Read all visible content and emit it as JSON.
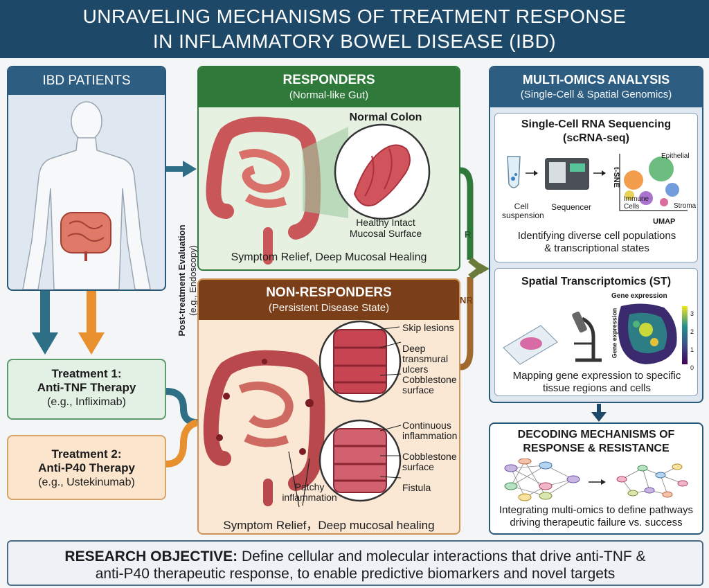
{
  "title": {
    "line1": "UNRAVELING MECHANISMS OF TREATMENT RESPONSE",
    "line2": "IN INFLAMMATORY BOWEL DISEASE (IBD)"
  },
  "patients": {
    "heading": "IBD PATIENTS"
  },
  "treatment1": {
    "line1": "Treatment 1:",
    "line2": "Anti-TNF Therapy",
    "line3": "(e.g., Infliximab)"
  },
  "treatment2": {
    "line1": "Treatment 2:",
    "line2": "Anti-P40 Therapy",
    "line3": "(e.g., Ustekinumab)"
  },
  "evaluation": {
    "line1": "Post-treatment Evaluation",
    "line2": "(e.g., Endoscopy)"
  },
  "responders": {
    "heading": "RESPONDERS",
    "subheading": "(Normal-like Gut)",
    "zoom_title": "Normal Colon",
    "zoom_caption_1": "Healthy Intact",
    "zoom_caption_2": "Mucosal Surface",
    "footer": "Symptom Relief, Deep Mucosal Healing"
  },
  "nonresponders": {
    "heading": "NON-RESPONDERS",
    "subheading": "(Persistent Disease State)",
    "zoom1_labels": [
      "Skip lesions",
      "Deep",
      "transmural",
      "ulcers",
      "Cobblestone",
      "surface"
    ],
    "zoom2_labels": [
      "Continuous",
      "inflammation",
      "Cobblestone",
      "surface",
      "Fistula"
    ],
    "patchy_1": "Patchy",
    "patchy_2": "inflammation",
    "footer": "Symptom Relief，Deep mucosal healing"
  },
  "flow": {
    "r_label": "R",
    "nr_label": "NR"
  },
  "omics": {
    "heading": "MULTI-OMICS ANALYSIS",
    "subheading": "(Single-Cell & Spatial Genomics)",
    "scrna": {
      "title_1": "Single-Cell RNA Sequencing",
      "title_2": "(scRNA-seq)",
      "cell_1": "Cell",
      "cell_2": "suspension",
      "sequencer": "Sequencer",
      "tsne": "t-SNE",
      "umap": "UMAP",
      "epithelial": "Epithelial",
      "immune_1": "Immune",
      "immune_2": "Cells",
      "stroma": "Stroma",
      "caption_1": "Identifying diverse cell populations",
      "caption_2": "& transcriptional states"
    },
    "spatial": {
      "title": "Spatial Transcriptomics (ST)",
      "gene_expr": "Gene expression",
      "gene_axis": "Gene expression",
      "scale": [
        "3",
        "2",
        "1",
        "0"
      ],
      "caption_1": "Mapping gene expression to specific",
      "caption_2": "tissue regions and cells"
    }
  },
  "decoding": {
    "heading_1": "DECODING MECHANISMS OF",
    "heading_2": "RESPONSE & RESISTANCE",
    "caption_1": "Integrating multi-omics to define pathways",
    "caption_2": "driving therapeutic failure vs. success"
  },
  "objective": {
    "label": "RESEARCH OBJECTIVE:",
    "text_1": " Define cellular and molecular interactions that drive anti-TNF &",
    "text_2": "anti-P40 therapeutic response, to enable predictive biomarkers and novel targets"
  },
  "colors": {
    "navy": "#1d4868",
    "green": "#2f7a3b",
    "brown": "#7a3f18",
    "orange": "#e8902e",
    "teal": "#2e6f86"
  }
}
